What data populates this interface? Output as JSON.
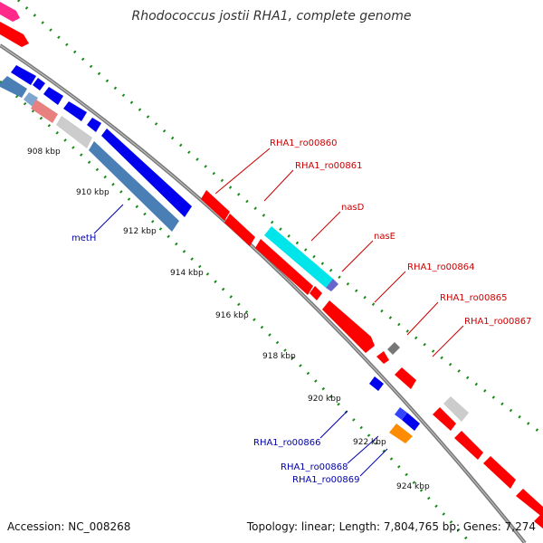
{
  "title": "Rhodococcus jostii RHA1, complete genome",
  "accession": "Accession: NC_008268",
  "topology": "Topology: linear; Length: 7,804,765 bp; Genes: 7,274",
  "ticks": [
    "908 kbp",
    "910 kbp",
    "912 kbp",
    "914 kbp",
    "916 kbp",
    "918 kbp",
    "920 kbp",
    "922 kbp",
    "924 kbp"
  ],
  "gene_labels": {
    "ro00860": "RHA1_ro00860",
    "ro00861": "RHA1_ro00861",
    "nasD": "nasD",
    "nasE": "nasE",
    "ro00864": "RHA1_ro00864",
    "ro00865": "RHA1_ro00865",
    "ro00867": "RHA1_ro00867",
    "metH": "metH",
    "ro00866": "RHA1_ro00866",
    "ro00868": "RHA1_ro00868",
    "ro00869": "RHA1_ro00869"
  },
  "colors": {
    "forward_label": "#cc0000",
    "reverse_label": "#0000aa",
    "forward_gene": "#ff0000",
    "reverse_gene": "#0000ee",
    "steelblue": "#4a7fb5",
    "cyan": "#00e5ea",
    "orange": "#ff8c00",
    "gray": "#c8c8c8",
    "dot_green": "#1a8a1a",
    "backbone": "#888888"
  }
}
